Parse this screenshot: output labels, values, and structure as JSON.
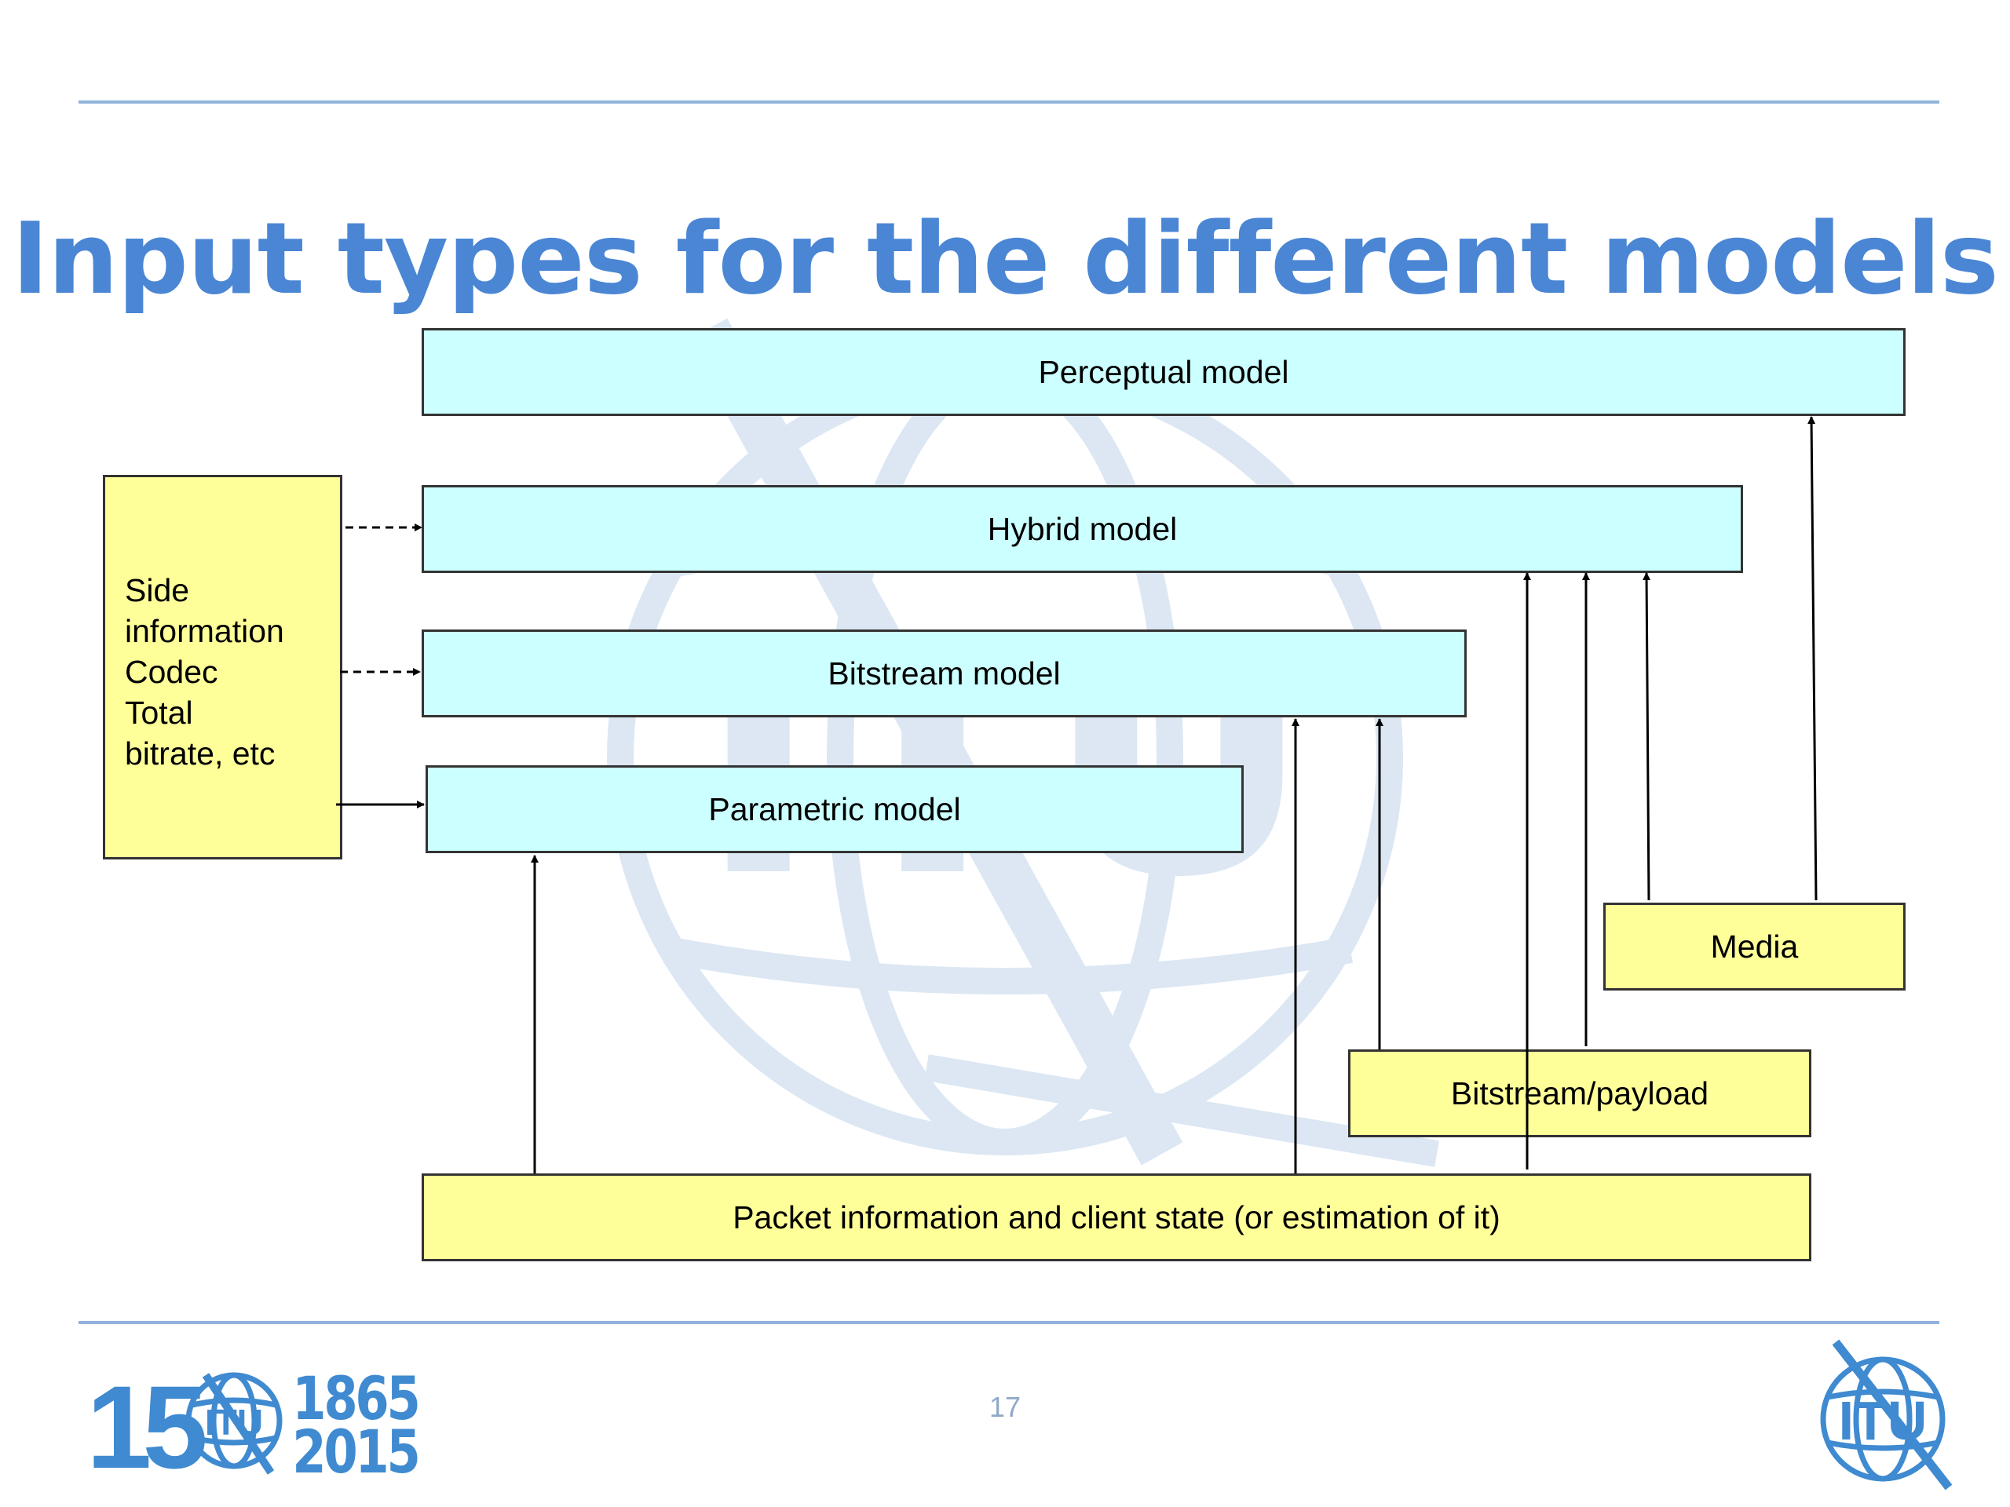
{
  "title": "Input types for the different models",
  "boxes": {
    "perceptual": "Perceptual model",
    "hybrid": "Hybrid model",
    "bitstream": "Bitstream model",
    "parametric": "Parametric model",
    "side_info": [
      "Side",
      "information",
      "Codec",
      "Total",
      "bitrate, etc"
    ],
    "media": "Media",
    "bitstream_payload": "Bitstream/payload",
    "packet_info": "Packet information and client state (or estimation of it)"
  },
  "footer": {
    "page_number": "17",
    "anniversary_logo": {
      "number": "150",
      "years_top": "1865",
      "years_bottom": "2015",
      "emblem_text": "ITU"
    },
    "itu_logo_text": "ITU"
  },
  "colors": {
    "title": "#4A86D4",
    "rule": "#8FB3DB",
    "model_fill": "#CCFFFF",
    "input_fill": "#FFFF99",
    "watermark": "#DCE7F3",
    "footer_logo": "#3F8AD0",
    "page_number": "#8FA9C8"
  }
}
